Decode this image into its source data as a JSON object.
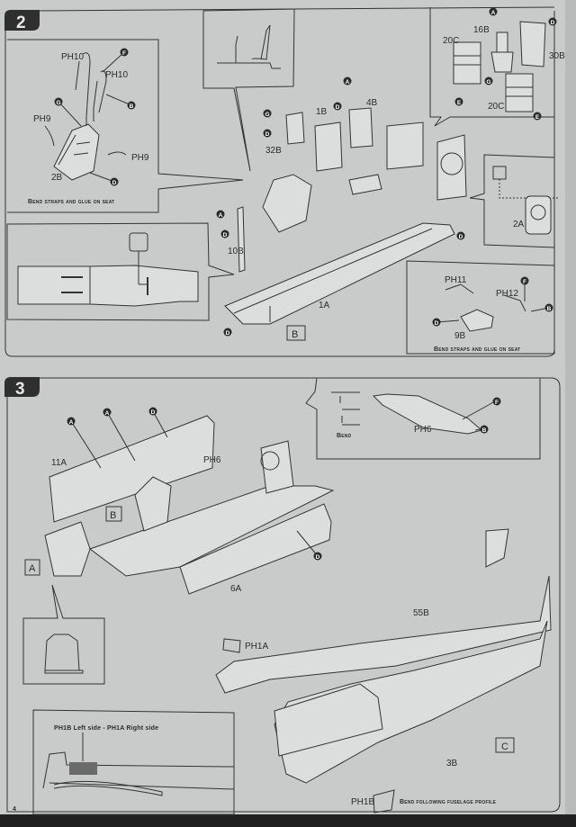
{
  "page": {
    "page_number": "4",
    "colors": {
      "paper": "#c9cbcb",
      "ink": "#2b2b2b",
      "step_badge": "#2f2f2f",
      "decal_fill": "#6b6b6b"
    }
  },
  "step2": {
    "number": "2",
    "seat_inset": {
      "caption": "Bend straps and glue on seat",
      "photo_etch": [
        "PH10",
        "PH10",
        "PH9",
        "PH9"
      ],
      "part": "2B",
      "color_callouts": [
        "F",
        "B",
        "G",
        "D"
      ]
    },
    "side_view_inset": {
      "description": "seat and control stick side profile"
    },
    "floor_plan_inset": {
      "description": "cockpit floor placement plan"
    },
    "console_inset": {
      "parts": [
        "16B",
        "20C",
        "20C",
        "30B"
      ],
      "color_callouts": [
        "A",
        "D",
        "G",
        "E",
        "E"
      ]
    },
    "panel_inset": {
      "part": "2A",
      "decal_icon": "decal-icon"
    },
    "seat2_inset": {
      "caption": "Bend straps and glue on seat",
      "photo_etch": [
        "PH11",
        "PH12"
      ],
      "part": "9B",
      "color_callouts": [
        "D",
        "F",
        "B"
      ]
    },
    "main": {
      "parts": [
        "32B",
        "1B",
        "4B",
        "10B",
        "1A"
      ],
      "color_callouts": [
        "G",
        "D",
        "D",
        "A",
        "A",
        "D",
        "D",
        "D"
      ],
      "subassembly_label": "B"
    }
  },
  "step3": {
    "number": "3",
    "bend_inset": {
      "caption": "Bend",
      "photo_etch": "PH6",
      "color_callouts": [
        "F",
        "B"
      ]
    },
    "main": {
      "parts": [
        "11A",
        "6A",
        "55B",
        "3B"
      ],
      "photo_etch": [
        "PH6",
        "PH1A",
        "PH1B"
      ],
      "color_callouts": [
        "A",
        "A",
        "D",
        "D"
      ],
      "subassembly_labels": [
        "B",
        "A",
        "C"
      ],
      "fuselage_caption": "Bend following fuselage profile"
    },
    "profile_inset": {
      "caption": "PH1B Left side - PH1A Right side"
    }
  }
}
